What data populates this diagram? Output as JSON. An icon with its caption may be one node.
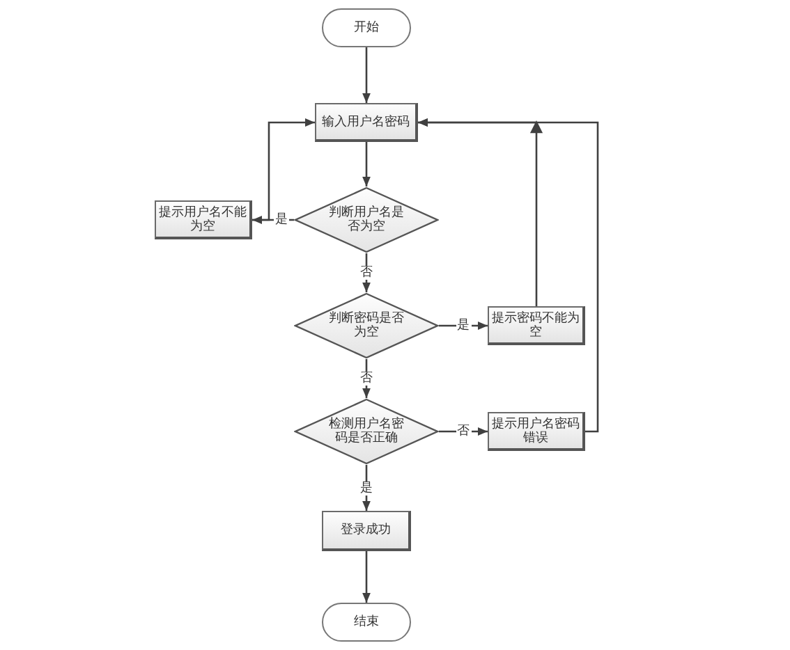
{
  "diagram": {
    "nodes": [
      {
        "text": [
          "开始"
        ]
      },
      {
        "text": [
          "输入用户名密码"
        ]
      },
      {
        "text": [
          "判断用户名是否为空"
        ]
      },
      {
        "text": [
          "提示用户名不能为空"
        ]
      },
      {
        "text": [
          "判断密码是否为空"
        ]
      },
      {
        "text": [
          "提示密码不能为空"
        ]
      },
      {
        "text": [
          "检测用户名密码是否正确"
        ]
      },
      {
        "text": [
          "提示用户名密码错误"
        ]
      },
      {
        "text": [
          "登录成功"
        ]
      },
      {
        "text": [
          "结束"
        ]
      }
    ],
    "edges": [
      {
        "from": 0,
        "to": 1,
        "arrow": "to"
      },
      {
        "from": 1,
        "to": 2,
        "arrow": "to"
      },
      {
        "from": 2,
        "to": 3,
        "arrow": "to",
        "label": "是"
      },
      {
        "from": 3,
        "to": 1,
        "arrow": "to"
      },
      {
        "from": 2,
        "to": 4,
        "arrow": "to",
        "label": "否"
      },
      {
        "from": 4,
        "to": 5,
        "arrow": "to",
        "label": "是"
      },
      {
        "from": 5,
        "to": 1,
        "arrow": "to"
      },
      {
        "from": 4,
        "to": 6,
        "arrow": "to",
        "label": "否"
      },
      {
        "from": 6,
        "to": 7,
        "arrow": "to",
        "label": "否"
      },
      {
        "from": 7,
        "to": 1,
        "arrow": "to"
      },
      {
        "from": 6,
        "to": 8,
        "arrow": "to",
        "label": "是"
      },
      {
        "from": 8,
        "to": 9,
        "arrow": "to"
      }
    ]
  }
}
